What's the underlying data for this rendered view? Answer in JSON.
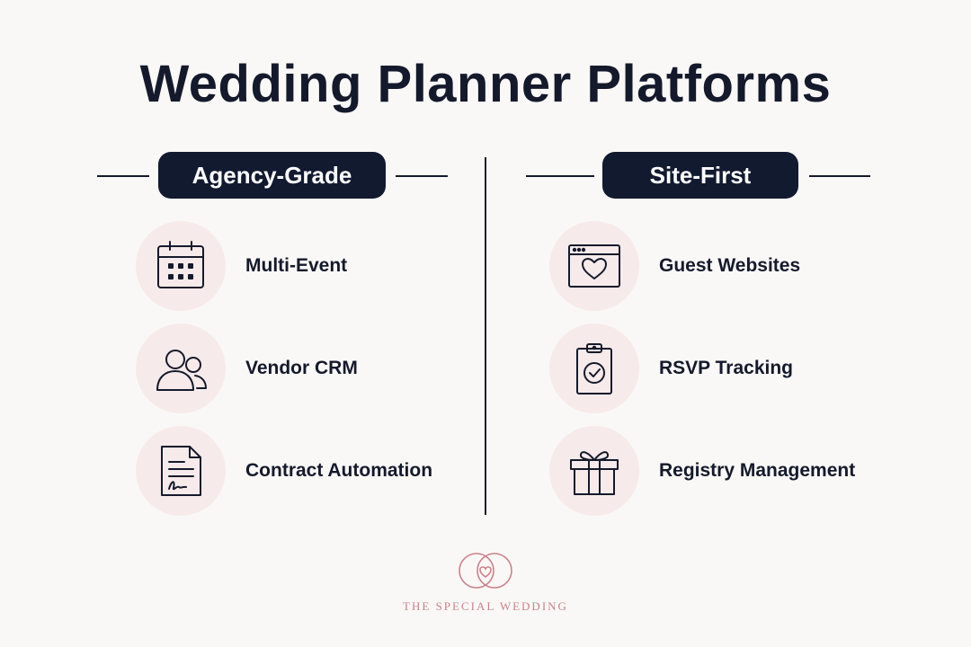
{
  "title": "Wedding Planner Platforms",
  "columns": [
    {
      "heading": "Agency-Grade",
      "items": [
        {
          "label": "Multi-Event",
          "icon": "calendar-icon"
        },
        {
          "label": "Vendor CRM",
          "icon": "users-icon"
        },
        {
          "label": "Contract Automation",
          "icon": "contract-document-icon"
        }
      ]
    },
    {
      "heading": "Site-First",
      "items": [
        {
          "label": "Guest Websites",
          "icon": "website-heart-icon"
        },
        {
          "label": "RSVP Tracking",
          "icon": "clipboard-check-icon"
        },
        {
          "label": "Registry Management",
          "icon": "gift-icon"
        }
      ]
    }
  ],
  "brand": {
    "name": "THE SPECIAL WEDDING",
    "color": "#c9828a"
  },
  "colors": {
    "background": "#faf8f7",
    "text": "#141a2b",
    "pill": "#121a30",
    "icon_circle": "#f7eaea"
  }
}
